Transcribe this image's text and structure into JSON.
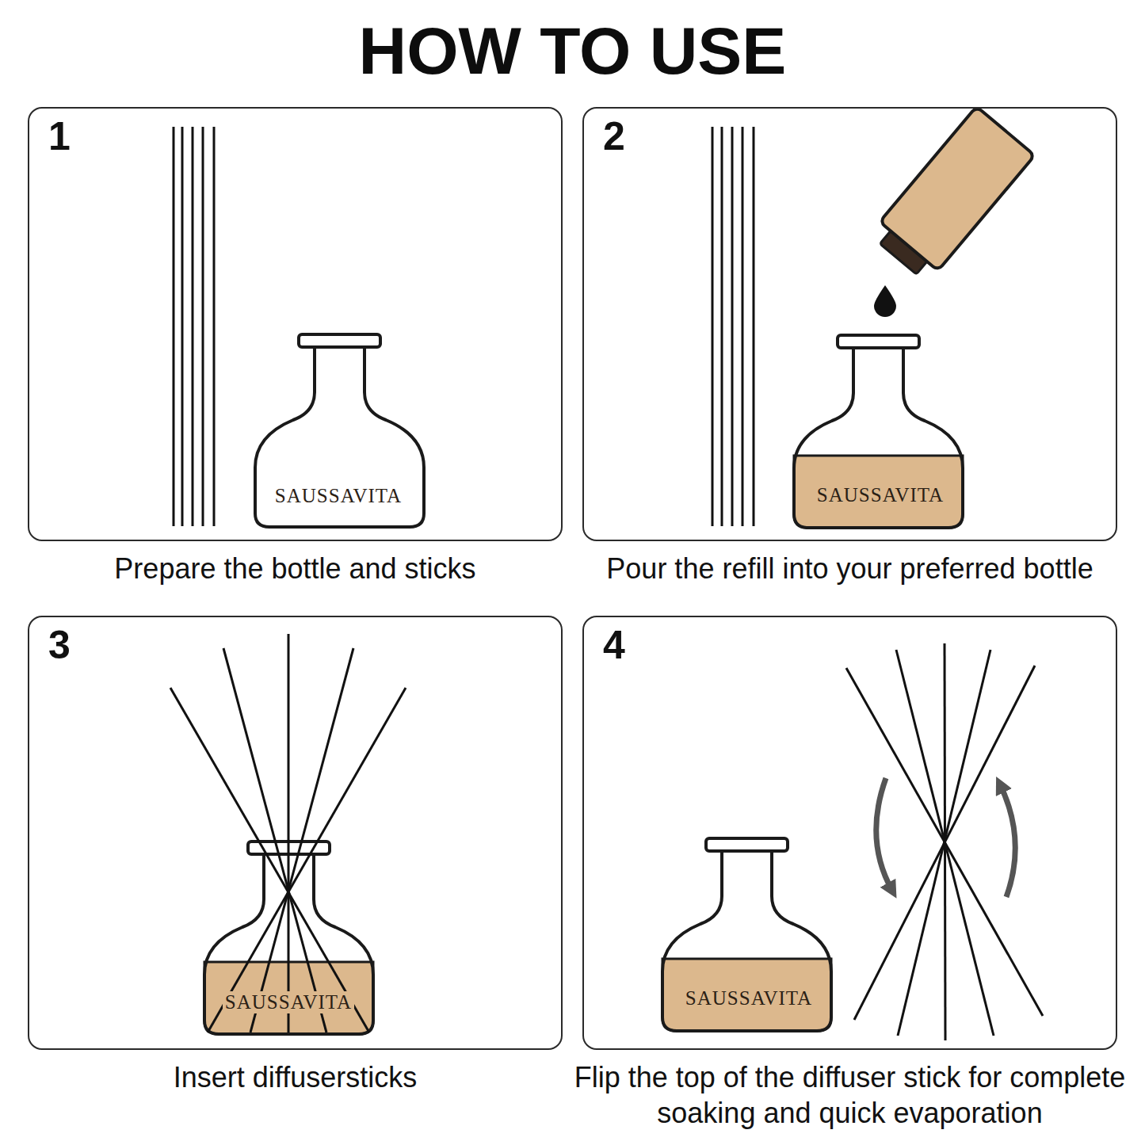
{
  "diagram": {
    "title": "HOW TO USE",
    "nodes": [
      {
        "text": [
          "1",
          "Prepare the bottle and sticks"
        ]
      },
      {
        "text": [
          "2",
          "Pour the refill into your preferred bottle"
        ]
      },
      {
        "text": [
          "3",
          "Insert diffusersticks"
        ]
      },
      {
        "text": [
          "4",
          "Flip the top of the diffuser stick for complete soaking and quick evaporation"
        ]
      }
    ],
    "labels": [
      "SAUSSAVITA",
      "SAUSSAVITA",
      "SAUSSAVITA",
      "SAUSSAVITA"
    ]
  }
}
